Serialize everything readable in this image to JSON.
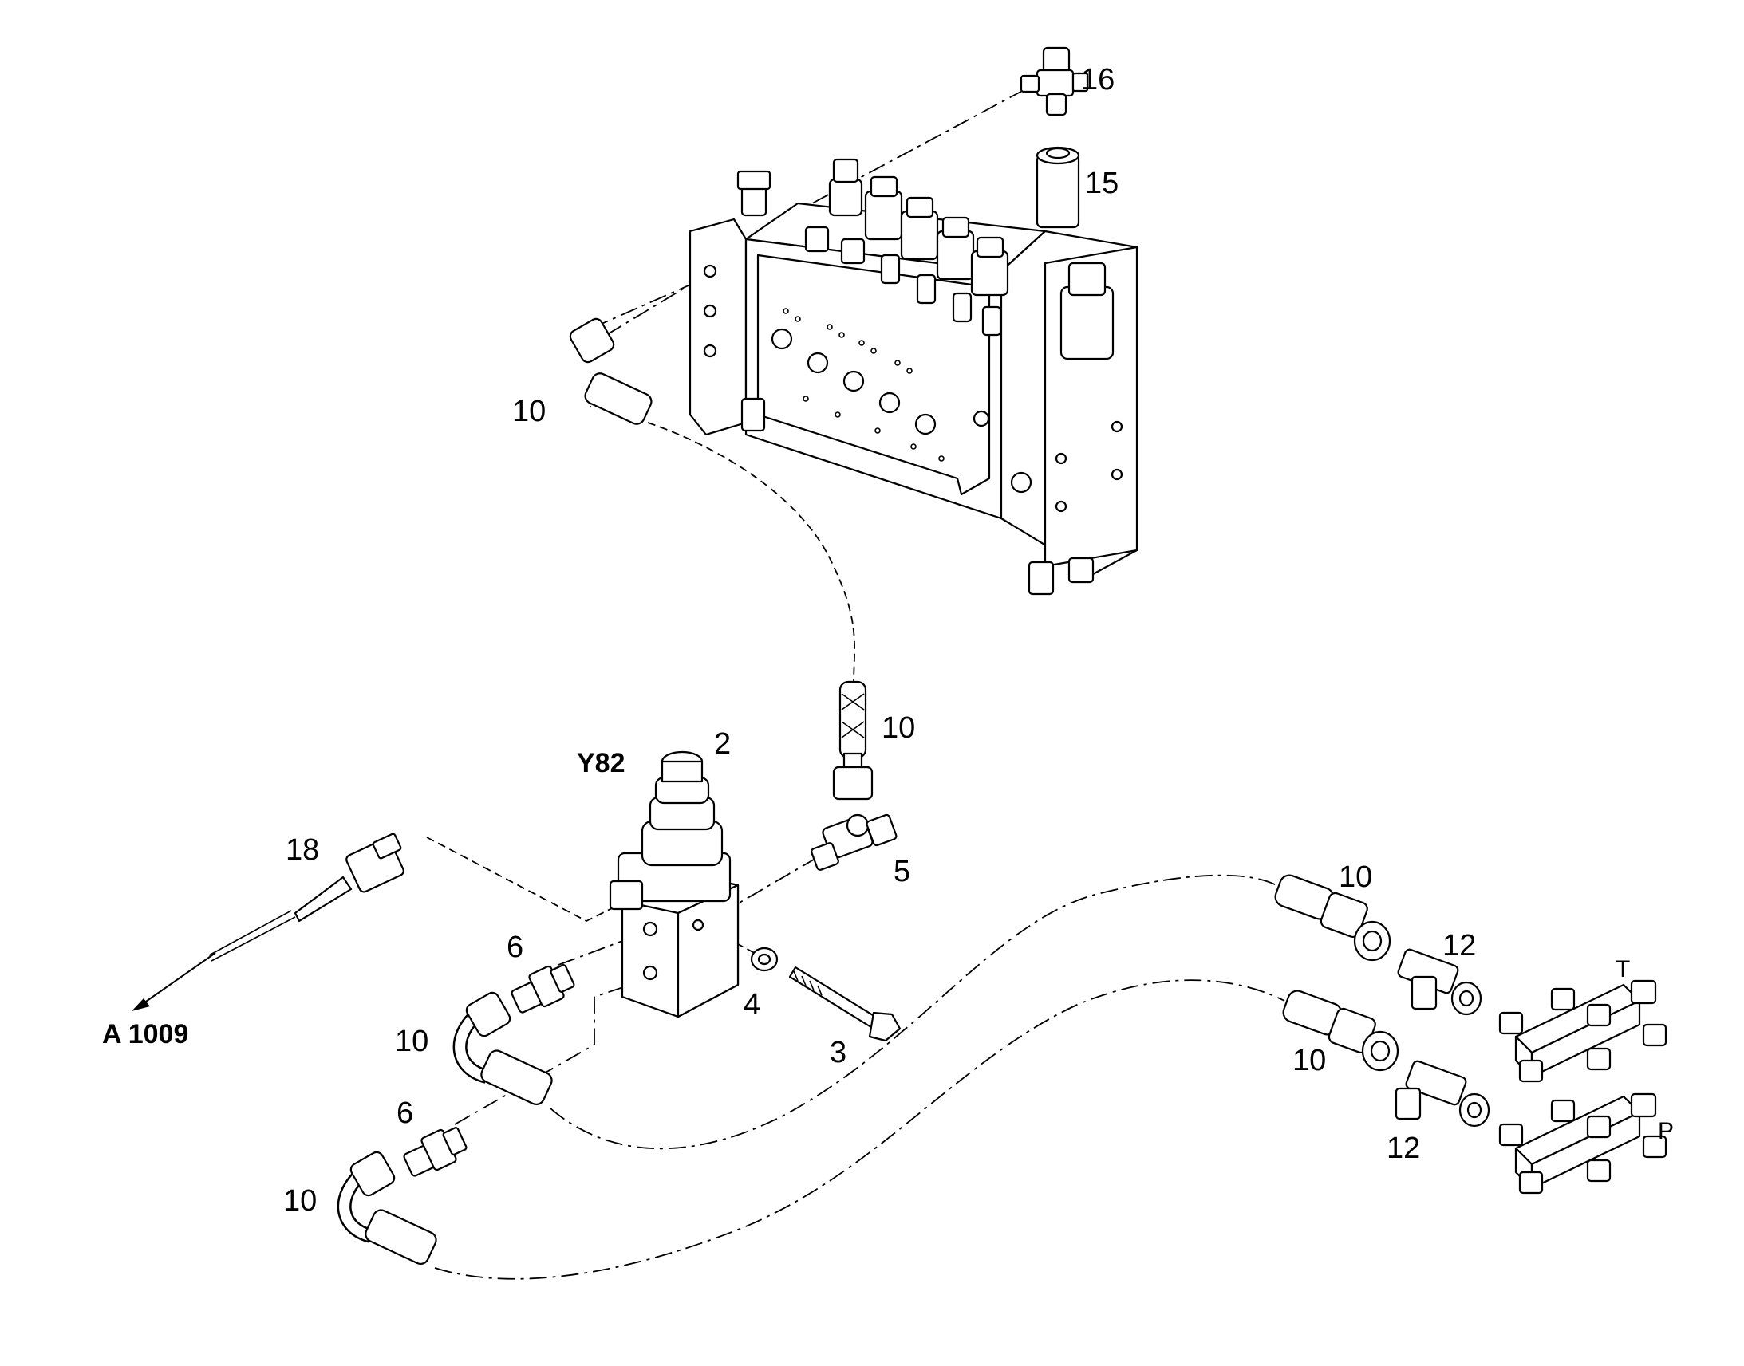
{
  "diagram": {
    "callouts": {
      "c16": "16",
      "c15": "15",
      "c10_top": "10",
      "c10_mid": "10",
      "c2": "2",
      "y82": "Y82",
      "c18": "18",
      "c5": "5",
      "c6_a": "6",
      "c4": "4",
      "c3": "3",
      "c10_left_a": "10",
      "c6_b": "6",
      "c10_left_b": "10",
      "a1009": "A 1009",
      "c10_right_a": "10",
      "c12_a": "12",
      "c10_right_b": "10",
      "c12_b": "12",
      "t": "T",
      "p": "P"
    }
  }
}
